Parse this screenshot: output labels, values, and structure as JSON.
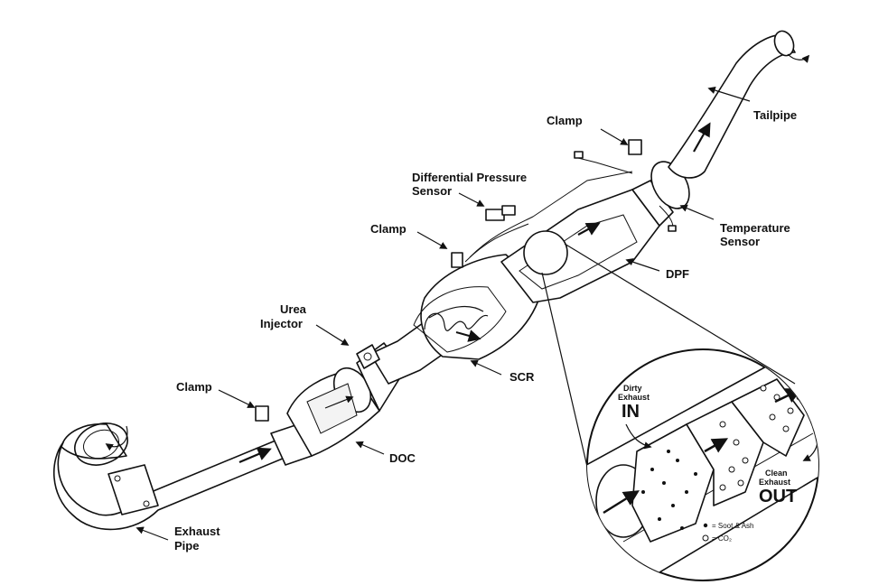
{
  "labels": {
    "tailpipe": "Tailpipe",
    "clamp_top": "Clamp",
    "differential_pressure_1": "Differential Pressure",
    "differential_pressure_2": "Sensor",
    "clamp_mid": "Clamp",
    "temperature_1": "Temperature",
    "temperature_2": "Sensor",
    "dpf": "DPF",
    "urea_1": "Urea",
    "urea_2": "Injector",
    "scr": "SCR",
    "clamp_bottom": "Clamp",
    "doc": "DOC",
    "exhaust_1": "Exhaust",
    "exhaust_2": "Pipe"
  },
  "inset": {
    "dirty_1": "Dirty",
    "dirty_2": "Exhaust",
    "dirty_in": "IN",
    "clean_1": "Clean",
    "clean_2": "Exhaust",
    "clean_out": "OUT",
    "legend_soot": "= Soot & Ash",
    "legend_co2": "= CO₂"
  }
}
